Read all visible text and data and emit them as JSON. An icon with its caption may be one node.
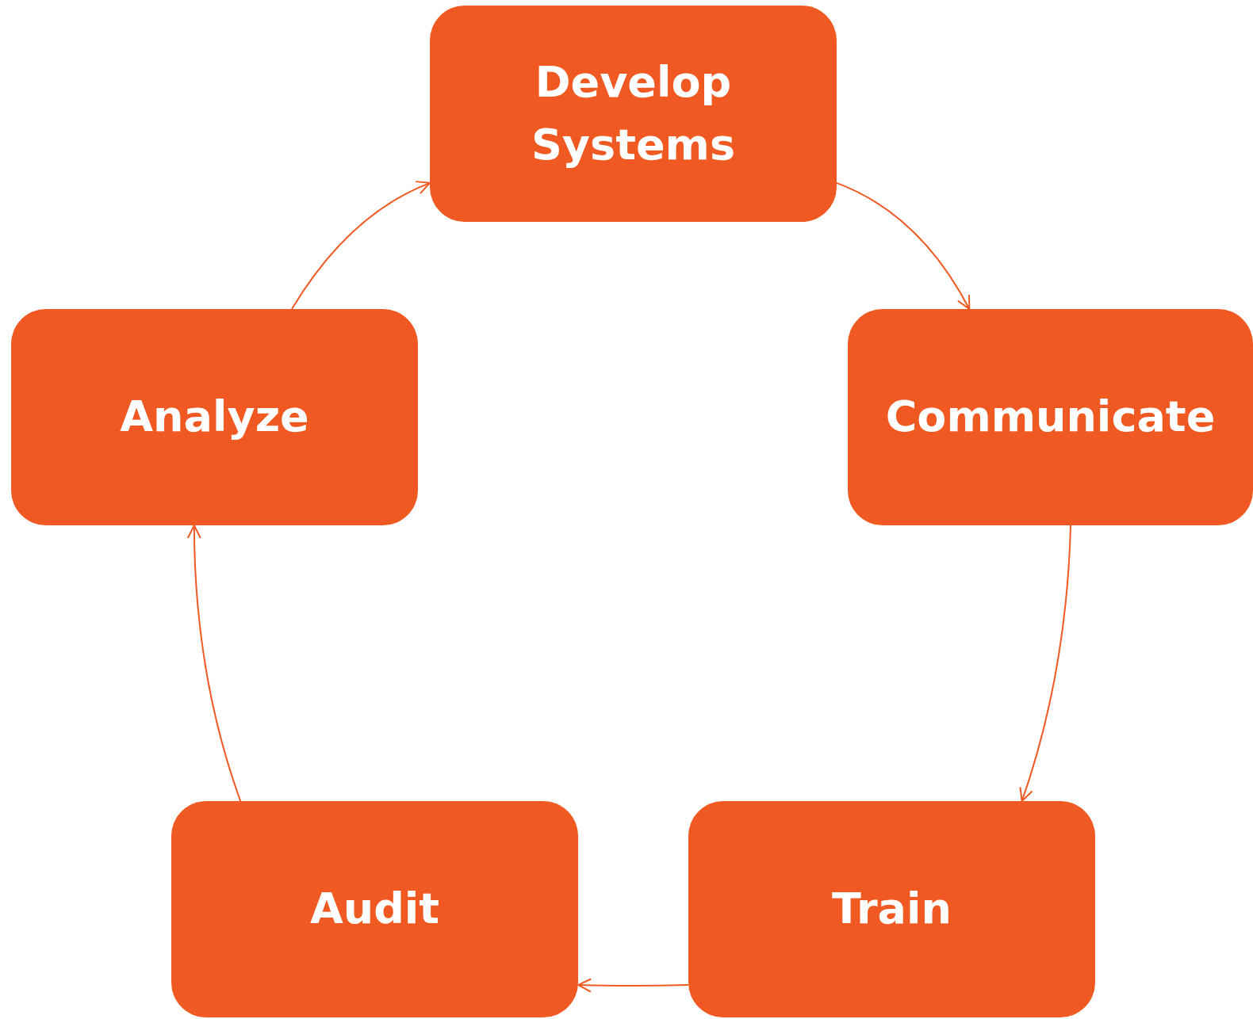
{
  "diagram": {
    "nodes": [
      {
        "text": [
          "Develop Systems"
        ]
      },
      {
        "text": [
          "Analyze"
        ]
      },
      {
        "text": [
          "Communicate"
        ]
      },
      {
        "text": [
          "Audit"
        ]
      },
      {
        "text": [
          "Train"
        ]
      }
    ],
    "edges": [
      {
        "from": 1,
        "to": 0,
        "arrow": "to"
      },
      {
        "from": 0,
        "to": 2,
        "arrow": "to"
      },
      {
        "from": 2,
        "to": 4,
        "arrow": "to"
      },
      {
        "from": 4,
        "to": 3,
        "arrow": "to"
      },
      {
        "from": 3,
        "to": 1,
        "arrow": "to"
      }
    ]
  }
}
